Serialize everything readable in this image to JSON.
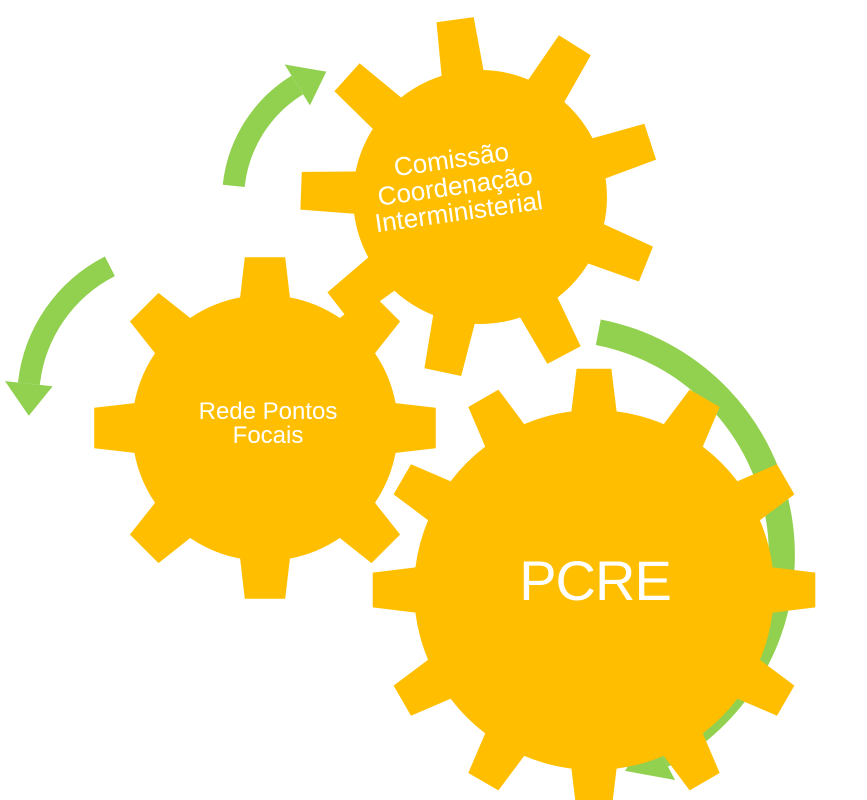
{
  "diagram": {
    "title": "",
    "colors": {
      "gear": "#FFBF00",
      "arrow": "#92D050",
      "text": "#FFFFFF",
      "background": "#FFFFFF"
    },
    "gears": [
      {
        "id": "pcre",
        "label": "PCRE"
      },
      {
        "id": "comissao",
        "label": "Comissão Coordenação Interministerial",
        "lines": [
          "Comissão",
          "Coordenação",
          "Interministerial"
        ]
      },
      {
        "id": "rede",
        "label": "Rede Pontos Focais",
        "lines": [
          "Rede Pontos",
          "Focais"
        ]
      }
    ],
    "arrows": [
      {
        "id": "arrow-pcre-cycle",
        "icon": "curved-arrow-clockwise"
      },
      {
        "id": "arrow-comissao-cycle",
        "icon": "curved-arrow-up"
      },
      {
        "id": "arrow-rede-cycle",
        "icon": "curved-arrow-counterclockwise"
      }
    ]
  }
}
